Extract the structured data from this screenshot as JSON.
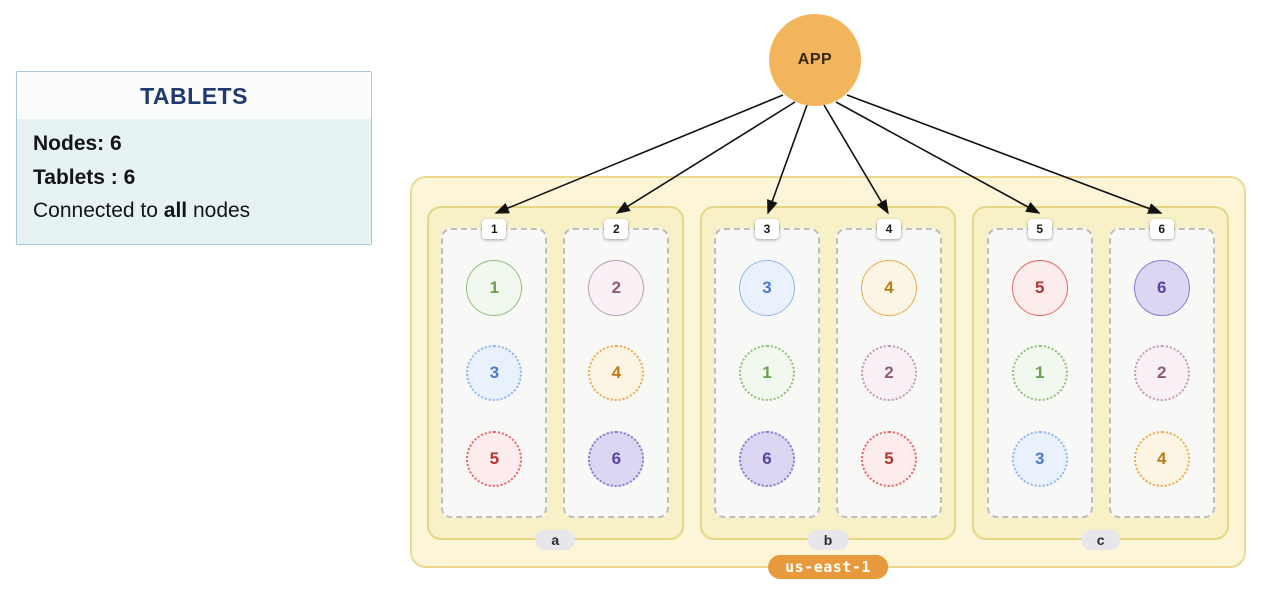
{
  "info_panel": {
    "title": "TABLETS",
    "nodes_line": "Nodes: 6",
    "tablets_line": "Tablets : 6",
    "connected_line": {
      "pre": "Connected to ",
      "emph": "all",
      "post": " nodes"
    }
  },
  "app": {
    "label": "APP"
  },
  "region": {
    "label": "us-east-1",
    "zones": [
      {
        "label": "a",
        "nodes": [
          {
            "id": "1",
            "tablets": [
              {
                "id": "1",
                "color": "green",
                "role": "leader"
              },
              {
                "id": "3",
                "color": "blue",
                "role": "follower"
              },
              {
                "id": "5",
                "color": "red",
                "role": "follower"
              }
            ]
          },
          {
            "id": "2",
            "tablets": [
              {
                "id": "2",
                "color": "plum",
                "role": "leader"
              },
              {
                "id": "4",
                "color": "orange",
                "role": "follower"
              },
              {
                "id": "6",
                "color": "purple",
                "role": "follower"
              }
            ]
          }
        ]
      },
      {
        "label": "b",
        "nodes": [
          {
            "id": "3",
            "tablets": [
              {
                "id": "3",
                "color": "blue",
                "role": "leader"
              },
              {
                "id": "1",
                "color": "green",
                "role": "follower"
              },
              {
                "id": "6",
                "color": "purple",
                "role": "follower"
              }
            ]
          },
          {
            "id": "4",
            "tablets": [
              {
                "id": "4",
                "color": "orange",
                "role": "leader"
              },
              {
                "id": "2",
                "color": "plum",
                "role": "follower"
              },
              {
                "id": "5",
                "color": "red",
                "role": "follower"
              }
            ]
          }
        ]
      },
      {
        "label": "c",
        "nodes": [
          {
            "id": "5",
            "tablets": [
              {
                "id": "5",
                "color": "red",
                "role": "leader"
              },
              {
                "id": "1",
                "color": "green",
                "role": "follower"
              },
              {
                "id": "3",
                "color": "blue",
                "role": "follower"
              }
            ]
          },
          {
            "id": "6",
            "tablets": [
              {
                "id": "6",
                "color": "purple",
                "role": "leader"
              },
              {
                "id": "2",
                "color": "plum",
                "role": "follower"
              },
              {
                "id": "4",
                "color": "orange",
                "role": "follower"
              }
            ]
          }
        ]
      }
    ]
  },
  "palette": {
    "app_circle": "#f3b55c",
    "region_bg": "#fcf5d8",
    "region_border": "#ebd991",
    "region_pill_bg": "#e8993b",
    "zone_bg": "#f8f0c6",
    "zone_border": "#e6d582",
    "panel_body_bg": "#e7f2f5",
    "panel_title_color": "#1e3a6e",
    "tablet_colors": {
      "green": {
        "border": "#94be7e",
        "fill": "#f1f8ed",
        "text": "#69a150"
      },
      "plum": {
        "border": "#c09cb4",
        "fill": "#f9f0f6",
        "text": "#8e5b74"
      },
      "blue": {
        "border": "#93b7e8",
        "fill": "#e9f1fc",
        "text": "#4a7bc8"
      },
      "orange": {
        "border": "#e9ab51",
        "fill": "#fdf5e4",
        "text": "#be7a1a"
      },
      "red": {
        "border": "#e26666",
        "fill": "#fcedec",
        "text": "#b23434"
      },
      "purple": {
        "border": "#8b7bce",
        "fill": "#ddd6f3",
        "text": "#5644a0"
      }
    }
  }
}
